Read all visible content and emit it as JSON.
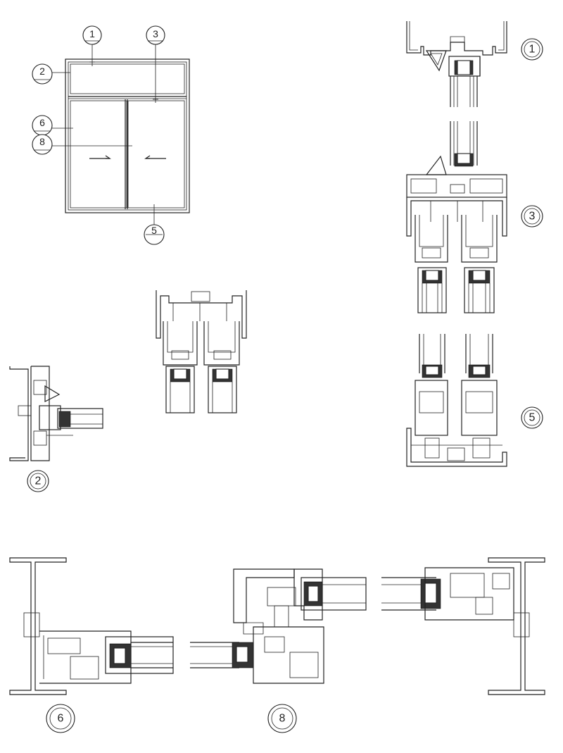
{
  "elevation": {
    "callouts": [
      {
        "id": "callout-1",
        "label": "1"
      },
      {
        "id": "callout-3",
        "label": "3"
      },
      {
        "id": "callout-2",
        "label": "2"
      },
      {
        "id": "callout-6",
        "label": "6"
      },
      {
        "id": "callout-8",
        "label": "8"
      },
      {
        "id": "callout-5",
        "label": "5"
      }
    ],
    "arrows": [
      "slide-right",
      "slide-left"
    ]
  },
  "sections": {
    "head_section": {
      "label": "1"
    },
    "transom_section": {
      "label": "3"
    },
    "sill_section": {
      "label": "5"
    },
    "jamb_section": {
      "label": "2"
    },
    "jamb_plan": {
      "label": "6"
    },
    "interlock_plan": {
      "label": "8"
    }
  }
}
